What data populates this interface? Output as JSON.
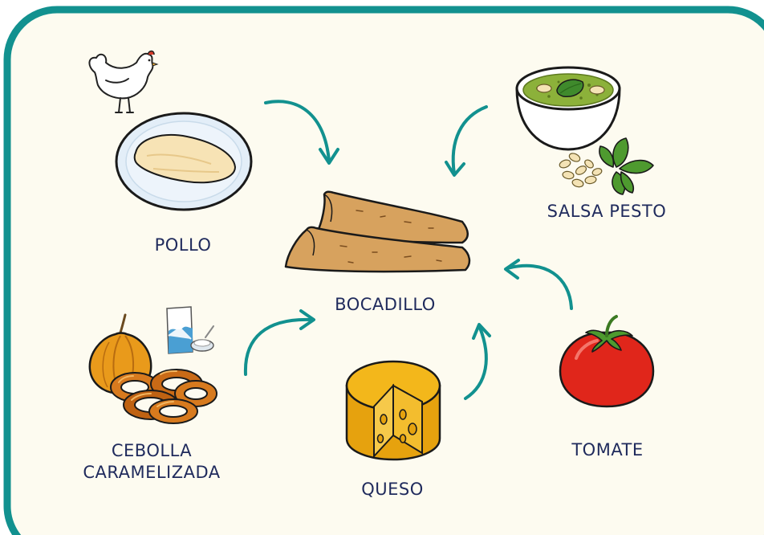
{
  "colors": {
    "border": "#12918f",
    "background": "#fdfbf0",
    "arrow": "#12918f",
    "label_text": "#1f2a5c"
  },
  "center": {
    "label": "BOCADILLO",
    "icon": "bread-icon"
  },
  "ingredients": [
    {
      "label": "POLLO",
      "icon": "chicken-breast-icon"
    },
    {
      "label": "SALSA PESTO",
      "icon": "pesto-bowl-icon"
    },
    {
      "label": "CEBOLLA",
      "label2": "CARAMELIZADA",
      "icon": "caramelized-onion-icon"
    },
    {
      "label": "QUESO",
      "icon": "cheese-wheel-icon"
    },
    {
      "label": "TOMATE",
      "icon": "tomato-icon"
    }
  ]
}
